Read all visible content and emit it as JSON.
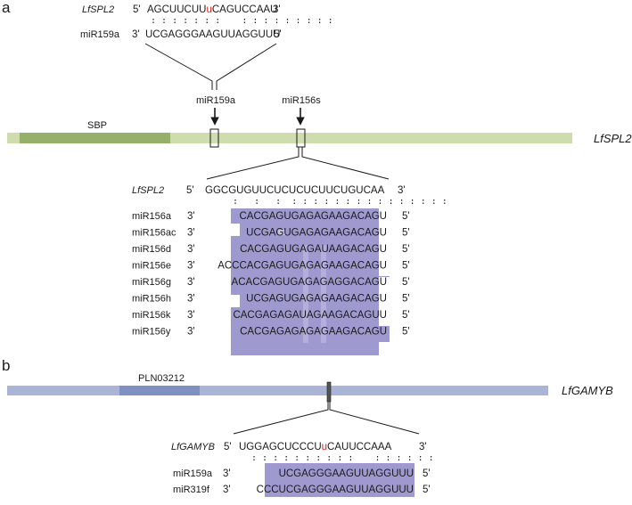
{
  "colors": {
    "track_a": "#cfdcae",
    "domain_a": "#94b06b",
    "track_b": "#a9b4d6",
    "domain_b": "#7f90c3",
    "highlight": "#9e9ad0",
    "mismatch": "#e0201d"
  },
  "panel_a": {
    "label": "a",
    "gene_label": "LfSPL2",
    "domain_label": "SBP",
    "site1_label": "miR159a",
    "site2_label": "miR156s",
    "top_alignment": {
      "gene": "LfSPL2",
      "gene_p5": "5'",
      "gene_seq_left": "AGCUUCUU",
      "gene_mismatch": "u",
      "gene_seq_right": "CAGUCCAAU",
      "gene_p3": "3'",
      "mir": "miR159a",
      "mir_p3": "3'",
      "mir_seq": "UCGAGGGAAGUUAGGUUU",
      "mir_p5": "5'"
    },
    "bottom_alignment": {
      "gene": "LfSPL2",
      "gene_p5": "5'",
      "gene_seq": "GGCGUGUUCUCUCUCUUCUGUCAA",
      "gene_p3": "3'",
      "mirs": [
        {
          "name": "miR156a",
          "p3": "3'",
          "seq": "CACGAGUGAGAGAAGACAGU",
          "p5": "5'"
        },
        {
          "name": "miR156ac",
          "p3": "3'",
          "seq": "UCGAGUGAGAGAAGACAGU",
          "p5": "5'"
        },
        {
          "name": "miR156d",
          "p3": "3'",
          "seq": "CACGAGUGAGAUAAGACAGU",
          "p5": "5'"
        },
        {
          "name": "miR156e",
          "p3": "3'",
          "seq": "ACCCACGAGUGAGAGAAGACAGU",
          "p5": "5'"
        },
        {
          "name": "miR156g",
          "p3": "3'",
          "seq": "ACACGAGUGAGAGAGGACAGU",
          "p5": "5'"
        },
        {
          "name": "miR156h",
          "p3": "3'",
          "seq": "UCGAGUGAGAGAAGACAGU",
          "p5": "5'"
        },
        {
          "name": "miR156k",
          "p3": "3'",
          "seq": "CACGAGAGAUAGAAGACAGUU",
          "p5": "5'"
        },
        {
          "name": "miR156y",
          "p3": "3'",
          "seq": "CACGAGAGAGAGAAGACAGU",
          "p5": "5'"
        }
      ]
    }
  },
  "panel_b": {
    "label": "b",
    "gene_label": "LfGAMYB",
    "domain_label": "PLN03212",
    "alignment": {
      "gene": "LfGAMYB",
      "gene_p5": "5'",
      "gene_seq_left": "UGGAGCUCCCU",
      "gene_mismatch": "u",
      "gene_seq_right": "CAUUCCAAA",
      "gene_p3": "3'",
      "mirs": [
        {
          "name": "miR159a",
          "p3": "3'",
          "seq": "UCGAGGGAAGUUAGGUUU",
          "p5": "5'"
        },
        {
          "name": "miR319f",
          "p3": "3'",
          "seq": "CCCUCGAGGGAAGUUAGGUUU",
          "p5": "5'"
        }
      ]
    }
  }
}
